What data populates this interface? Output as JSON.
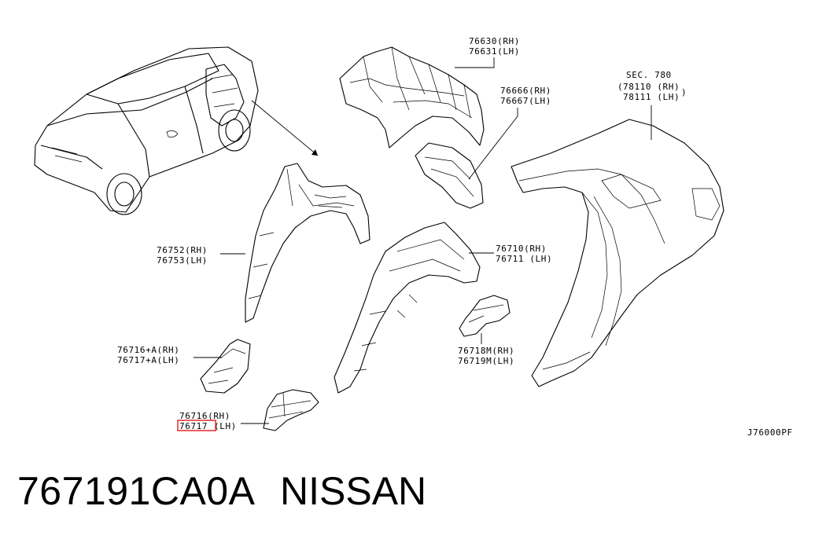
{
  "labels": {
    "p76630": "76630(RH)",
    "p76631": "76631(LH)",
    "p76666": "76666(RH)",
    "p76667": "76667(LH)",
    "sec780": "SEC. 780",
    "p78110": "78110 (RH)",
    "p78111": "78111 (LH)",
    "p76752": "76752(RH)",
    "p76753": "76753(LH)",
    "p76710": "76710(RH)",
    "p76711": "76711 (LH)",
    "p76718m": "76718M(RH)",
    "p76719m": "76719M(LH)",
    "p76716a": "76716+A(RH)",
    "p76717a": "76717+A(LH)",
    "p76716": "76716(RH)",
    "p76717_num": "76717",
    "p76717_side": "(LH)",
    "diagram_code": "J76000PF"
  },
  "footer": {
    "part_number": "767191CA0A",
    "brand": "NISSAN"
  },
  "colors": {
    "line": "#000000",
    "highlight": "#e53935",
    "background": "#ffffff"
  }
}
